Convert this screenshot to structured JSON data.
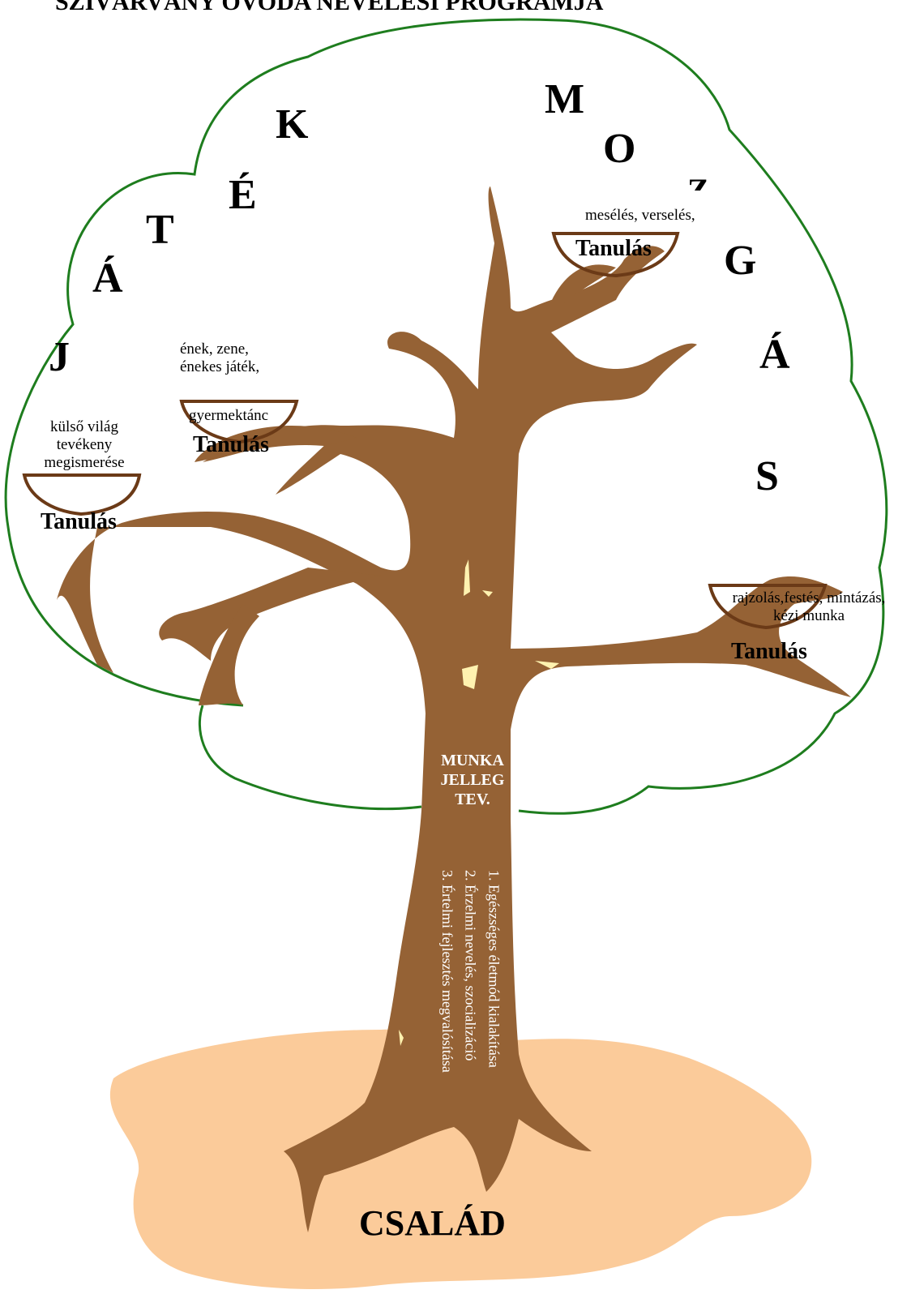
{
  "header": {
    "title": "SZIVÁRVÁNY ÓVODA NEVELÉSI PROGRAMJA"
  },
  "jatek_letters": [
    "J",
    "Á",
    "T",
    "É",
    "K"
  ],
  "mozgas_letters": [
    "M",
    "O",
    "Z",
    "G",
    "Á",
    "S"
  ],
  "nests": [
    {
      "activity": "külső világ tevékeny megismerése",
      "label": "Tanulás"
    },
    {
      "activity": "ének, zene, énekes játék, gyermektánc",
      "label": "Tanulás"
    },
    {
      "activity": "mesélés, verselés,",
      "label": "Tanulás"
    },
    {
      "activity": "rajzolás,festés, mintázás, kézi munka",
      "label": "Tanulás"
    }
  ],
  "nest_text": {
    "kulso_lines": [
      "külső világ",
      "tevékeny",
      "megismerése"
    ],
    "enek_lines": [
      "ének, zene,",
      "énekes játék,"
    ],
    "gyermektanc": "gyermektánc",
    "meseles": "mesélés, verselés,",
    "rajzolas_lines": [
      "rajzolás,festés, mintázás,",
      "kézi munka"
    ]
  },
  "trunk": {
    "title_lines": [
      "MUNKA",
      "JELLEG",
      "TEV."
    ],
    "goals": [
      "1. Egészséges életmód kialakítása",
      "2. Érzelmi nevelés, szocializáció",
      "3. Értelmi fejlesztés megvalósítása"
    ]
  },
  "ground": {
    "label": "CSALÁD"
  },
  "colors": {
    "crown_outline": "#1e7d1e",
    "trunk": "#956235",
    "ground": "#fbcb9a",
    "nest": "#6b3a17",
    "highlight": "#fff2b0"
  }
}
